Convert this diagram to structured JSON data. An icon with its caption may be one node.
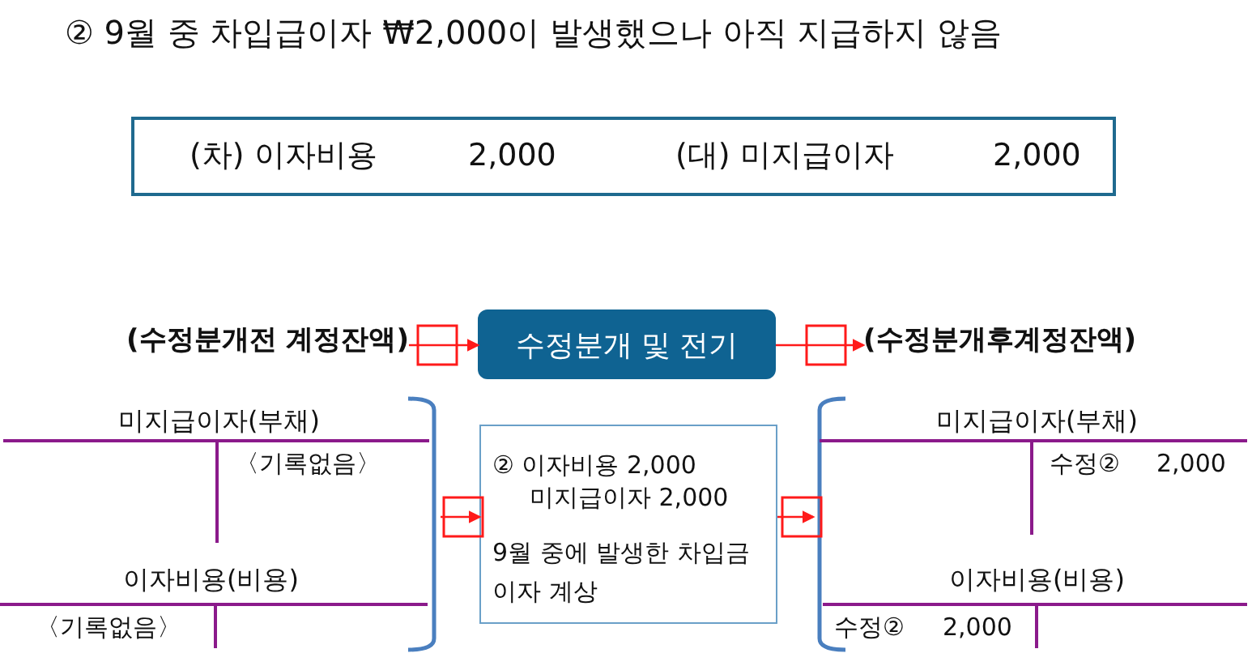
{
  "diagram": {
    "title": "② 9월 중 차입급이자 ₩2,000이 발생했으나 아직 지급하지 않음",
    "nodes": [
      {
        "text": [
          "(차) 이자비용",
          "2,000",
          "(대) 미지급이자",
          "2,000"
        ]
      },
      {
        "text": [
          "(수정분개전 계정잔액)"
        ]
      },
      {
        "text": [
          "수정분개 및 전기"
        ]
      },
      {
        "text": [
          "(수정분개후계정잔액)"
        ]
      },
      {
        "text": [],
        "shape": "bracket"
      },
      {
        "text": [
          "미지급이자(부채)",
          "〈기록없음〉"
        ],
        "in": 4
      },
      {
        "text": [
          "이자비용(비용)",
          "〈기록없음〉"
        ],
        "in": 4
      },
      {
        "text": [
          "② 이자비용 2,000",
          "미지급이자 2,000",
          "9월 중에 발생한 차입금 이자 계상"
        ]
      },
      {
        "text": [],
        "shape": "bracket"
      },
      {
        "text": [
          "미지급이자(부채)",
          "수정②",
          "2,000"
        ],
        "in": 8
      },
      {
        "text": [
          "이자비용(비용)",
          "수정②",
          "2,000"
        ],
        "in": 8
      }
    ],
    "edges": [
      {
        "from": 1,
        "to": 2,
        "arrow": "to"
      },
      {
        "from": 2,
        "to": 3,
        "arrow": "to"
      },
      {
        "from": 4,
        "to": 7,
        "arrow": "to"
      },
      {
        "from": 7,
        "to": 8,
        "arrow": "to"
      }
    ]
  }
}
